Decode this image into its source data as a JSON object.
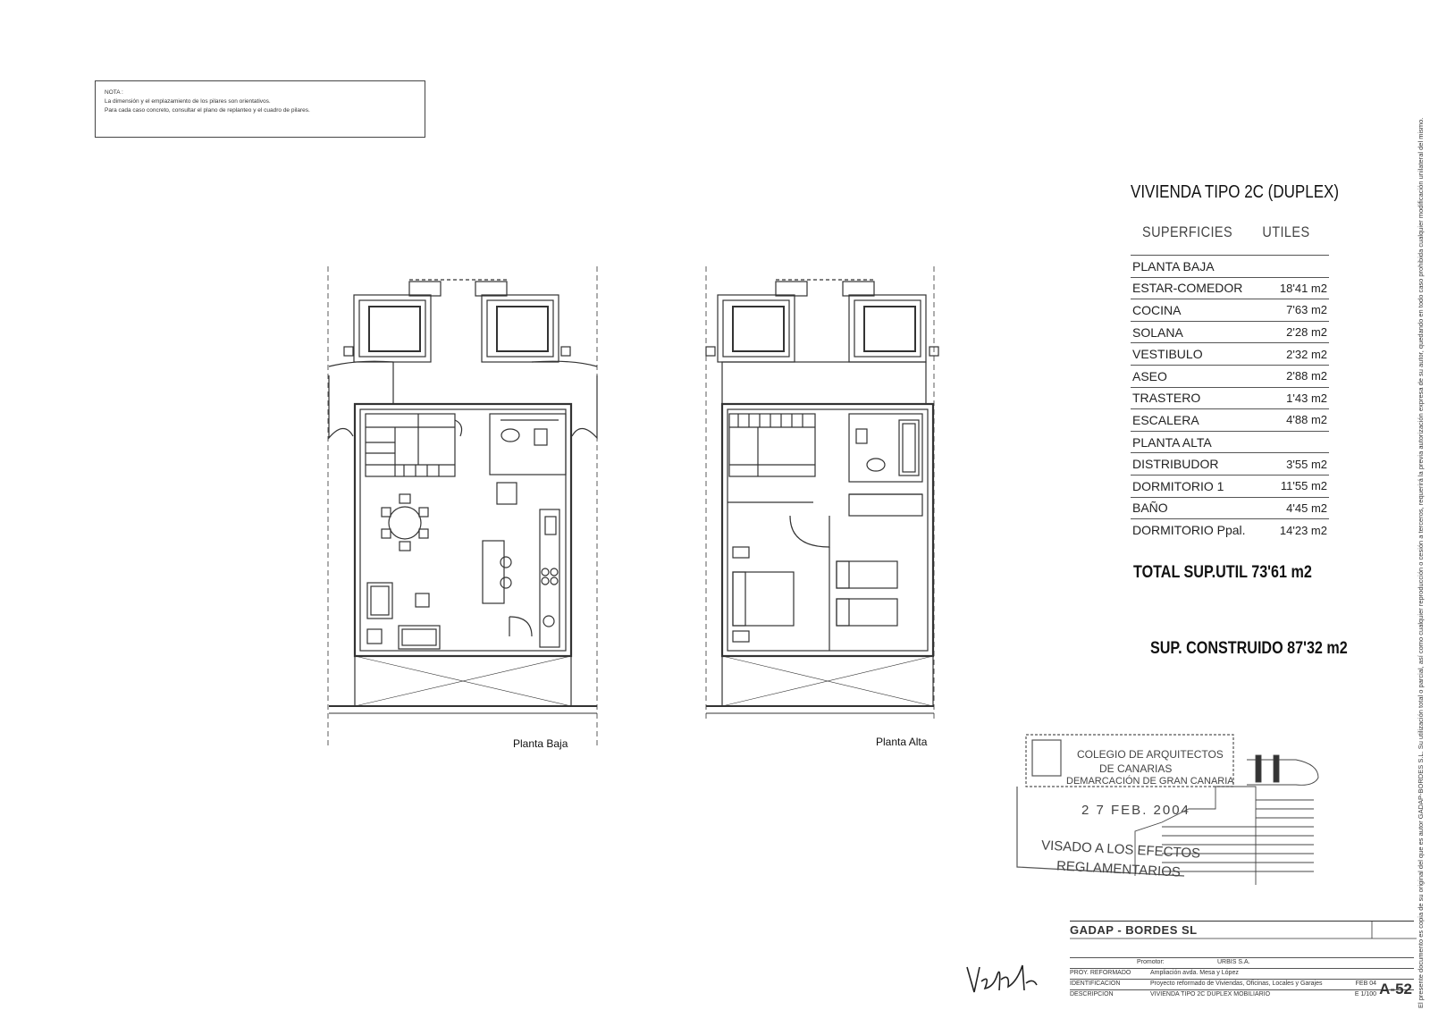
{
  "nota": {
    "heading": "NOTA :",
    "line1": "La dimensión y el emplazamiento de los pilares son orientativos.",
    "line2": "Para cada caso concreto, consultar el plano de replanteo y el cuadro de pilares."
  },
  "plans": {
    "planta_baja_label": "Planta Baja",
    "planta_alta_label": "Planta Alta"
  },
  "summary": {
    "title": "VIVIENDA TIPO 2C (DUPLEX)",
    "sub_left": "SUPERFICIES",
    "sub_right": "UTILES",
    "rows": [
      {
        "name": "PLANTA BAJA",
        "value": ""
      },
      {
        "name": "ESTAR-COMEDOR",
        "value": "18'41 m2"
      },
      {
        "name": "COCINA",
        "value": "7'63 m2"
      },
      {
        "name": "SOLANA",
        "value": "2'28 m2"
      },
      {
        "name": "VESTIBULO",
        "value": "2'32 m2"
      },
      {
        "name": "ASEO",
        "value": "2'88 m2"
      },
      {
        "name": "TRASTERO",
        "value": "1'43 m2"
      },
      {
        "name": "ESCALERA",
        "value": "4'88 m2"
      },
      {
        "name": "PLANTA ALTA",
        "value": ""
      },
      {
        "name": "DISTRIBUDOR",
        "value": "3'55 m2"
      },
      {
        "name": "DORMITORIO 1",
        "value": "11'55 m2"
      },
      {
        "name": "BAÑO",
        "value": "4'45 m2"
      },
      {
        "name": "DORMITORIO Ppal.",
        "value": "14'23 m2"
      }
    ],
    "total": "TOTAL  SUP.UTIL  73'61 m2",
    "construido": "SUP. CONSTRUIDO  87'32 m2"
  },
  "stamp": {
    "line1": "COLEGIO DE ARQUITECTOS",
    "line2": "DE CANARIAS",
    "line3": "DEMARCACIÓN DE GRAN CANARIA",
    "date": "2 7  FEB. 2004",
    "visado1": "VISADO A LOS EFECTOS",
    "visado2": "REGLAMENTARIOS"
  },
  "title_block": {
    "firm": "GADAP - BORDES  SL",
    "promotor_label": "Promotor:",
    "promotor": "URBIS S.A.",
    "proy_label": "PROY. REFORMADO",
    "proy": "Ampliación avda. Mesa y López",
    "ident_label": "IDENTIFICACION",
    "ident": "Proyecto reformado de Viviendas, Oficinas, Locales y Garajes",
    "date": "FEB 04",
    "desc_label": "DESCRIPCION",
    "desc": "VIVIENDA TIPO  2C DUPLEX   MOBILIARIO",
    "scale": "E 1/100",
    "sheet": "A-52"
  },
  "side_text": "El presente documento es copia de su original del que es autor GADAP-BORDES S.L.  Su utilización total o parcial, así como cualquier reproducción o cesión a terceros, requerirá la previa autorización expresa de su autor, quedando en todo caso prohibida cualquier modificación unilateral del mismo."
}
